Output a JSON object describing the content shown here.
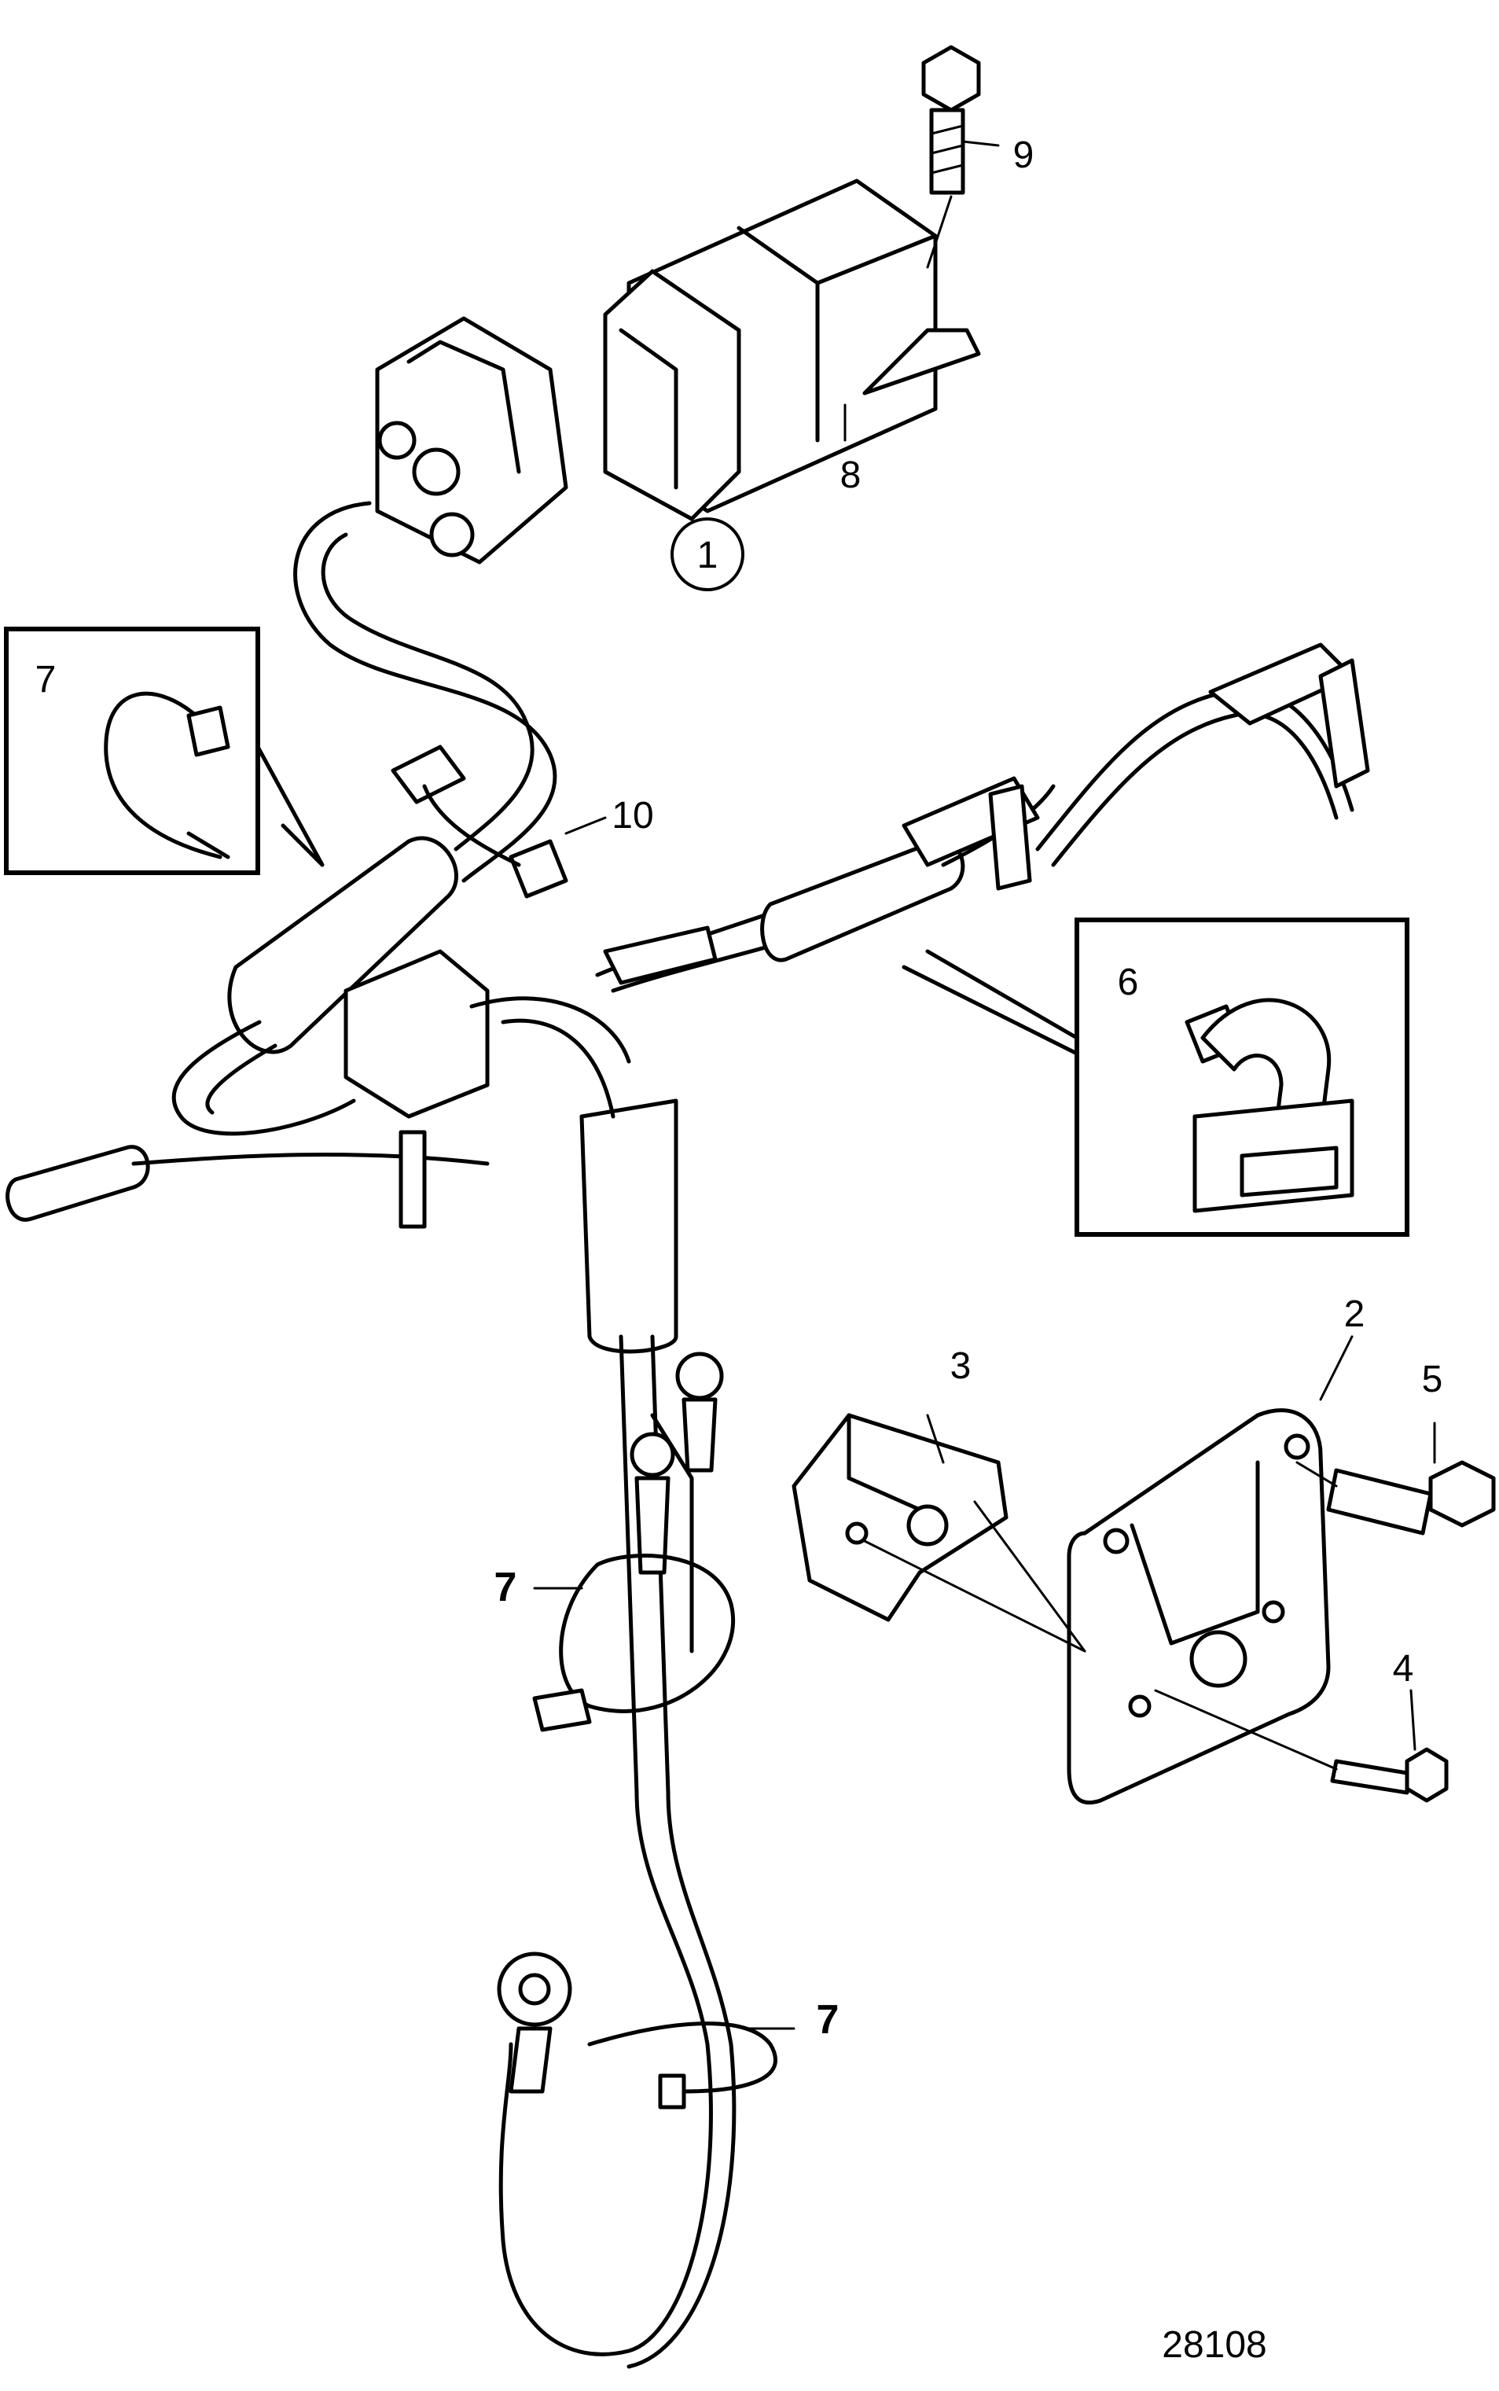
{
  "labels": {
    "assembly": "1",
    "bracket": "2",
    "relay_part": "3",
    "screw_small": "4",
    "screw_large": "5",
    "clip": "6",
    "tie_inset": "7",
    "tie_upper": "7",
    "tie_lower": "7",
    "relay_box": "8",
    "bolt": "9",
    "tie_top": "10"
  },
  "figure_id": "28108"
}
